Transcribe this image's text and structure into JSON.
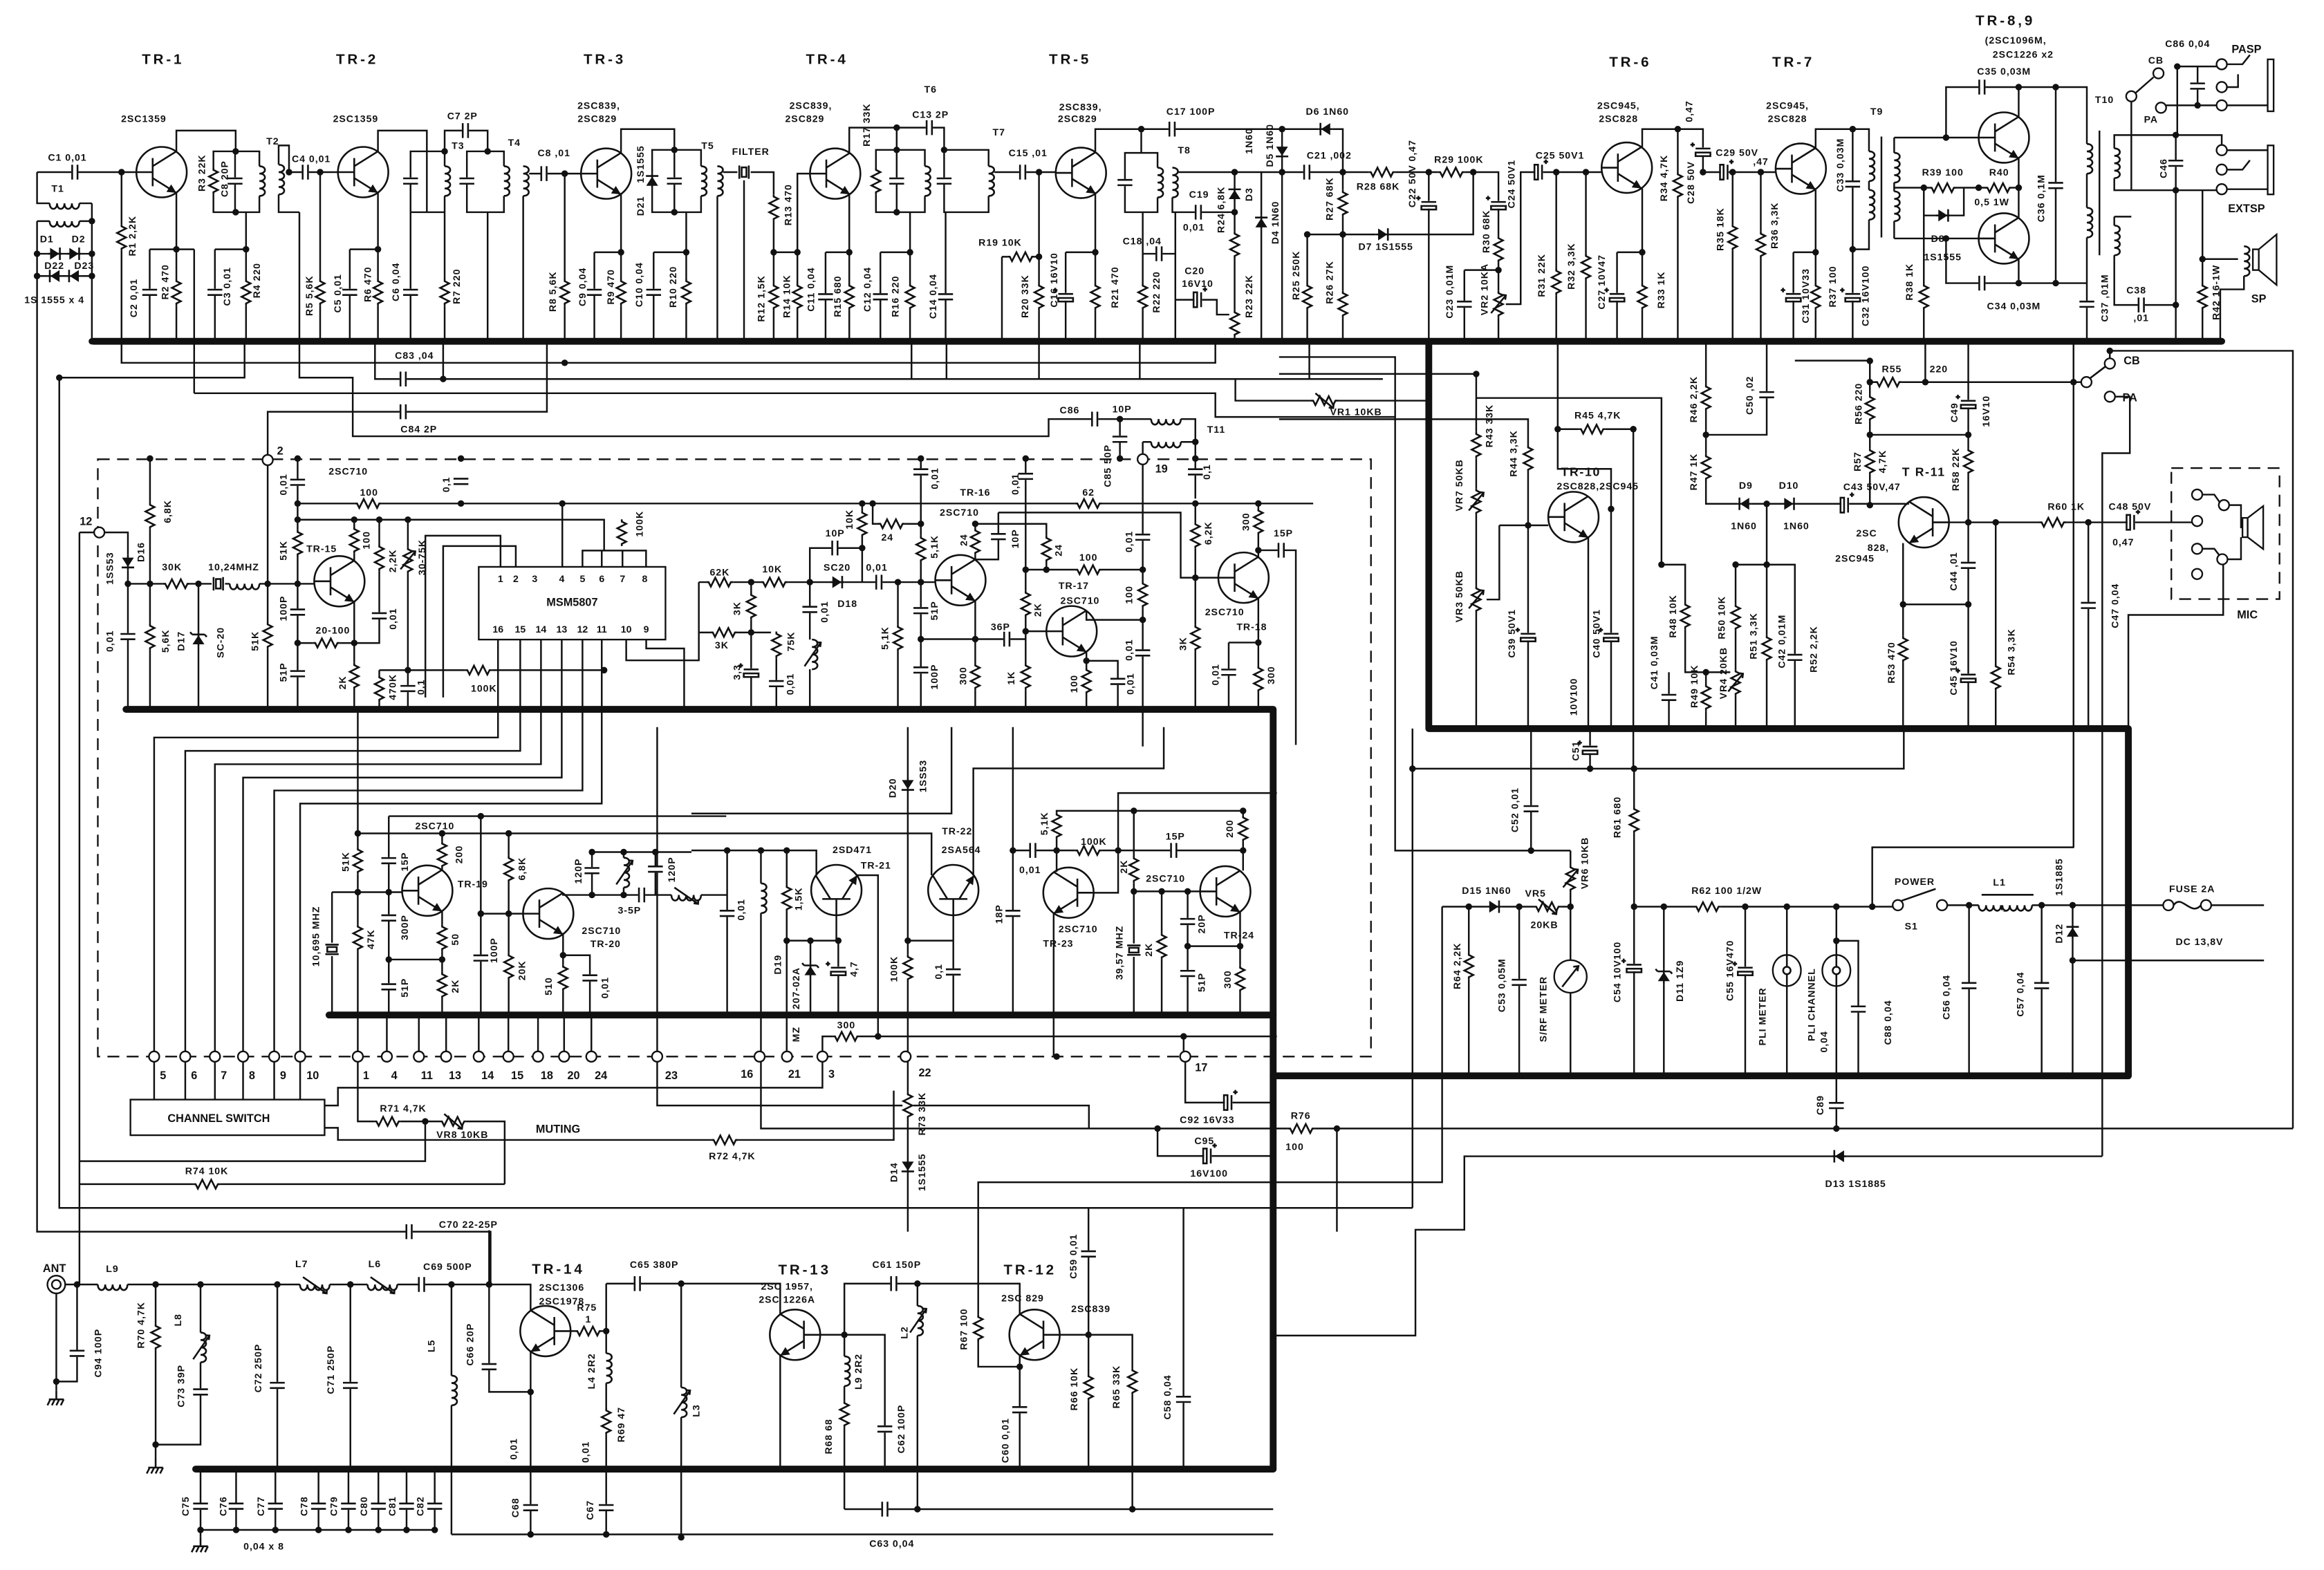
{
  "colors": {
    "ink": "#111111",
    "paper": "#ffffff"
  },
  "stages": {
    "tr1": {
      "ref": "TR-1",
      "type": "2SC1359"
    },
    "tr2": {
      "ref": "TR-2",
      "type": "2SC1359"
    },
    "tr3": {
      "ref": "TR-3",
      "type_a": "2SC839,",
      "type_b": "2SC829"
    },
    "tr4": {
      "ref": "TR-4",
      "type_a": "2SC839,",
      "type_b": "2SC829"
    },
    "tr5": {
      "ref": "TR-5",
      "type_a": "2SC839,",
      "type_b": "2SC829"
    },
    "tr6": {
      "ref": "TR-6",
      "type_a": "2SC945,",
      "type_b": "2SC828"
    },
    "tr7": {
      "ref": "TR-7",
      "type_a": "2SC945,",
      "type_b": "2SC828"
    },
    "tr89": {
      "ref": "TR-8,9",
      "type_a": "(2SC1096M,",
      "type_b": "2SC1226 x2"
    },
    "tr10": {
      "ref": "TR-10",
      "type": "2SC828,2SC945"
    },
    "tr11": {
      "ref": "T R-11",
      "type_a": "2SC",
      "type_b": "828,",
      "type_c": "2SC945"
    },
    "tr12": {
      "ref": "TR-12",
      "type_a": "2SC 829",
      "type_b": "2SC839"
    },
    "tr13": {
      "ref": "TR-13",
      "type_a": "2SC 1957,",
      "type_b": "2SC 1226A"
    },
    "tr14": {
      "ref": "TR-14",
      "type_a": "2SC1306",
      "type_b": "2SC1978"
    },
    "tr15": {
      "ref": "TR-15",
      "type": "2SC710"
    },
    "tr16": {
      "ref": "TR-16",
      "type": "2SC710"
    },
    "tr17": {
      "ref": "TR-17",
      "type": "2SC710"
    },
    "tr18": {
      "ref": "TR-18",
      "type": "2SC710"
    },
    "tr19": {
      "ref": "TR-19",
      "type": "2SC710"
    },
    "tr20": {
      "ref": "TR-20",
      "type": "2SC710"
    },
    "tr21": {
      "ref": "TR-21",
      "type": "2SD471"
    },
    "tr22": {
      "ref": "TR-22",
      "type": "2SA564"
    },
    "tr23": {
      "ref": "TR-23",
      "type": "2SC710"
    },
    "tr24": {
      "ref": "TR-24",
      "type": "2SC710"
    }
  },
  "if_audio": {
    "c1": "C1 0,01",
    "t1": "T1",
    "d1": "D1",
    "d2": "D2",
    "d22": "D22",
    "d23": "D23",
    "diode_pack": "1S 1555 x 4",
    "r1": "R1 2,2K",
    "c2": "C2 0,01",
    "r2": "R2 470",
    "r3": "R3 22K",
    "c_20p": "C8 20P",
    "t2": "T2",
    "c3": "C3 0,01",
    "r4": "R4 220",
    "c4": "C4 0,01",
    "r5": "R5 5,6K",
    "c5": "C5 0,01",
    "r6": "R6 470",
    "c6": "C6 0,04",
    "c7": "C7 2P",
    "t3": "T3",
    "t4": "T4",
    "r7": "R7 220",
    "c8": "C8 ,01",
    "r8": "R8 5,6K",
    "c9": "C9 0,04",
    "r9": "R9 470",
    "c10": "C10 0,04",
    "r10": "R10 220",
    "d21_type": "1S1555",
    "d21": "D21",
    "t5": "T5",
    "filter": "FILTER",
    "r13": "R13 470",
    "r12": "R12 1,5K",
    "r14": "R14 10K",
    "c11": "C11 0,04",
    "r15": "R15 680",
    "c12": "C12 0,04",
    "r16": "R16 220",
    "c14": "C14 0,04",
    "r17": "R17 33K",
    "c13": "C13 2P",
    "t6": "T6",
    "t7": "T7",
    "c15": "C15 ,01",
    "r19": "R19 10K",
    "r20": "R20 33K",
    "c16": "C16 16V10",
    "r21": "R21 470",
    "r22": "R22 220",
    "c17": "C17 100P",
    "t8": "T8",
    "c18": "C18 ,04",
    "c19": "C19",
    "c19_value": "0,01",
    "c20": "C20",
    "c20_value": "16V10",
    "r24": "R24 6,8K",
    "r23": "R23 22K",
    "d3_type": "1N60",
    "d3": "D3",
    "d5": "D5 1N60",
    "d4": "D4 1N60",
    "d6": "D6 1N60",
    "c21": "C21 ,002",
    "r27": "R27 68K",
    "r28": "R28 68K",
    "r25": "R25 250K",
    "r26": "R26 27K",
    "d7": "D7 1S1555",
    "c22": "C22 50V 0,47",
    "r29": "R29 100K",
    "c24": "C24 50V1",
    "r30": "R30 68K",
    "c23": "C23 0,01M",
    "vr2": "VR2 10KA",
    "c25": "C25 50V1",
    "r31": "R31 22K",
    "r32": "R32 3,3K",
    "c27": "C27 10V47",
    "r33": "R33 1K",
    "r34": "R34 4,7K",
    "c28_value": "0,47",
    "c28": "C28 50V",
    "c29": "C29 50V",
    "c29_value": ",47",
    "r35": "R35 18K",
    "r36": "R36 3,3K",
    "c31": "C31 10V33",
    "r37": "R37 100",
    "c33": "C33 0,03M",
    "c32": "C32 16V100",
    "t9": "T9",
    "r38": "R38 1K",
    "r39": "R39 100",
    "r40": "R40",
    "r40_value": "0,5 1W",
    "d8": "D8",
    "d8_type": "1S1555",
    "c36": "C36 0,1M",
    "c34": "C34 0,03M",
    "c35": "C35 0,03M",
    "t10": "T10",
    "c37": "C37 ,01M",
    "c38": "C38",
    "c38_value": ",01",
    "c46": "C46",
    "r42": "R42 16-1W",
    "c86": "C86 0,04"
  },
  "connectors": {
    "pasp": "PASP",
    "extsp": "EXTSP",
    "sp": "SP",
    "cb_top": "CB",
    "pa_top": "PA",
    "cb": "CB",
    "pa": "PA",
    "mic": "MIC",
    "ant": "ANT",
    "power": "POWER",
    "s1": "S1",
    "fuse": "FUSE 2A",
    "dc": "DC 13,8V"
  },
  "synthesizer": {
    "c83": "C83 ,04",
    "c84": "C84 2P",
    "term_2": "2",
    "term_12": "12",
    "term_19": "19",
    "r_6k8_a": "6,8K",
    "d16": "D16",
    "d16_type": "1SS53",
    "r_30k": "30K",
    "xtal_a": "10,24MHZ",
    "c_001_a": "0,01",
    "r_5k6": "5,6K",
    "d17": "D17",
    "d17_type": "SC-20",
    "r_51k_a": "51K",
    "r_51k_b": "51K",
    "c_100p_a": "100P",
    "c_51p_a": "51P",
    "c_001_b": "0,01",
    "c_01_a": "0,1",
    "r_100_a": "100",
    "r_100_b": "100",
    "r_2k2": "2,2K",
    "vr_30_75k": "30-75K",
    "c_001_c": "0,01",
    "r_20_100": "20-100",
    "r_2k_a": "2K",
    "r_470k": "470K",
    "c_01_b": "0,1",
    "r_100k_a": "100K",
    "r_100k_b": "100K",
    "r_62k": "62K",
    "r_10k_a": "10K",
    "sc20": "SC20",
    "c_001_d": "0,01",
    "c_001_e": "0,01",
    "d18": "D18",
    "c_10p_a": "10P",
    "r_10k_b": "10K",
    "r_24_a": "24",
    "r_3k_a": "3K",
    "r_3k_b": "3K",
    "r_75k": "75K",
    "c_3_3": "3,3",
    "c_001_f": "0,01",
    "c_001_g": "0,01",
    "r_5k1_a": "5,1K",
    "c_51p_b": "51P",
    "c_100p_b": "100P",
    "r_5k1_b": "5,1K",
    "r_24_b": "24",
    "c_10p_b": "10P",
    "r_300_a": "300",
    "c_36p": "36P",
    "c_001_h": "0,01",
    "r_62": "62",
    "r_24_c": "24",
    "r_100_c": "100",
    "r_2k_b": "2K",
    "r_1k": "1K",
    "r_100_d": "100",
    "c_001_i": "0,01",
    "c_001_j": "0,01",
    "r_100_e": "100",
    "c_001_k": "0,01",
    "c86": "C86",
    "c86_value": "10P",
    "c85": "C85 50P",
    "t11": "T11",
    "c_01_c": "0,1",
    "r_6k2": "6,2K",
    "r_300_b": "300",
    "c_15p": "15P",
    "r_3k_c": "3K",
    "c_001_l": "0,01",
    "r_300_c": "300",
    "vr1": "VR1 10KB"
  },
  "ic": {
    "name": "MSM5807",
    "pins_top": [
      "1",
      "2",
      "3",
      "4",
      "5",
      "6",
      "7",
      "8"
    ],
    "pins_bottom": [
      "16",
      "15",
      "14",
      "13",
      "12",
      "11",
      "10",
      "9"
    ]
  },
  "modulator": {
    "r43": "R43 33K",
    "r44": "R44 3,3K",
    "r45": "R45 4,7K",
    "vr7": "VR7 50KB",
    "vr3": "VR3 50KB",
    "c39": "C39 50V1",
    "c40": "C40 50V1",
    "c41": "C41 0,03M",
    "r48": "R48 10K",
    "r49": "R49 10K",
    "vr4": "VR4 20KB",
    "r50": "R50 10K",
    "r51": "R51 3,3K",
    "c42": "C42 0,01M",
    "r52": "R52 2,2K",
    "r46": "R46 2,2K",
    "c50": "C50 ,02",
    "r47": "R47 1K",
    "d9": "D9",
    "d10": "D10",
    "d9_type": "1N60",
    "d10_type": "1N60",
    "c43": "C43 50V,47",
    "r55": "R55",
    "r55_value": "220",
    "r56": "R56 220",
    "c49": "C49",
    "c49_value": "16V10",
    "r57": "R57",
    "r57_value": "4,7K",
    "r58": "R58 22K",
    "c44": "C44 ,01",
    "r60": "R60 1K",
    "c48": "C48 50V",
    "c48_value": "0,47",
    "c47": "C47 0,04",
    "r53": "R53 470",
    "c45": "C45 16V10",
    "r54": "R54 3,3K"
  },
  "power_meter": {
    "c51": "C51",
    "c51_value": "10V100",
    "c52": "C52 0,01",
    "r61": "R61 680",
    "vr6": "VR6 10KB",
    "d15": "D15 1N60",
    "vr5": "VR5",
    "vr5_value": "20KB",
    "r62": "R62 100 1/2W",
    "r64": "R64 2,2K",
    "c53": "C53 0,05M",
    "meter": "S/RF METER",
    "c54": "C54 10V100",
    "d11": "D11 1Z9",
    "c55": "C55 16V470",
    "pli_meter": "PLI METER",
    "pli_channel": "PLI CHANNEL",
    "c_004": "0,04",
    "c88": "C88 0,04",
    "c56": "C56 0,04",
    "c57": "C57 0,04",
    "l1": "L1",
    "d12_type": "1S1885",
    "d12": "D12",
    "c89": "C89",
    "d13": "D13 1S1885"
  },
  "vco_tx": {
    "r_51k_c": "51K",
    "c_15p_b": "15P",
    "r_200_a": "200",
    "r_6k8_b": "6,8K",
    "c_120p_a": "120P",
    "c_3_5p": "3-5P",
    "c_120p_b": "120P",
    "xtal_b": "10,695 MHZ",
    "r_47k": "47K",
    "c_300p": "300P",
    "r_50": "50",
    "c_100p_c": "100P",
    "r_20k": "20K",
    "c_51p_c": "51P",
    "r_2k_c": "2K",
    "r_510": "510",
    "c_001_m": "0,01",
    "c_001_n": "0,01",
    "r_1k5": "1,5K",
    "d19": "D19",
    "d19_type": "207-02A",
    "d19_suffix": "MZ",
    "c_4_7": "4,7",
    "r_100k_c": "100K",
    "c_01_d": "0,1",
    "d20": "D20",
    "d20_type": "1SS53",
    "c_18p": "18P",
    "c_001_o": "0,01",
    "r_5k1_c": "5,1K",
    "r_100k_d": "100K",
    "c_15p_c": "15P",
    "r_200_b": "200",
    "r_2k_d": "2K",
    "xtal_c": "39,57 MHZ",
    "r_2k_e": "2K",
    "c_20p": "20P",
    "c_51p_d": "51P",
    "r_300_d": "300",
    "r_300_e": "300",
    "channel_switch": "CHANNEL SWITCH",
    "r71": "R71 4,7K",
    "vr8": "VR8 10KB",
    "muting": "MUTING",
    "r72": "R72 4,7K",
    "r73": "R73 33K",
    "d14": "D14",
    "d14_type": "1S1555",
    "r74": "R74 10K",
    "r76": "R76",
    "r76_value": "100",
    "c92": "C92 16V33",
    "c95": "C95",
    "c95_value": "16V100"
  },
  "rf_output": {
    "c70": "C70 22-25P",
    "l9": "L9",
    "l7": "L7",
    "l6": "L6",
    "c69": "C69 500P",
    "c94": "C94 100P",
    "r70": "R70 4,7K",
    "l8": "L8",
    "c73": "C73 39P",
    "c72": "C72 250P",
    "c71": "C71 250P",
    "l5": "L5",
    "c66": "C66 20P",
    "c_001_p": "0,01",
    "c_001_q": "0,01",
    "r75": "R75",
    "r75_value": "1",
    "l4": "L4 2R2",
    "r69": "R69 47",
    "c65": "C65 380P",
    "l3": "L3",
    "c61": "C61 150P",
    "r68": "R68 68",
    "l9b": "L9 2R2",
    "c62": "C62 100P",
    "l2": "L2",
    "r67": "R67 100",
    "c60": "C60 0,01",
    "r66": "R66 10K",
    "r65": "R65 33K",
    "c58": "C58 0,04",
    "c59": "C59 0,01",
    "c63": "C63 0,04",
    "c68": "C68",
    "c67": "C67",
    "c75": "C75",
    "c76": "C76",
    "c77": "C77",
    "c78": "C78",
    "c79": "C79",
    "c80": "C80",
    "c81": "C81",
    "c82": "C82",
    "c75_82_value": "0,04 x 8"
  },
  "terminals": [
    "5",
    "6",
    "7",
    "8",
    "9",
    "10",
    "1",
    "4",
    "11",
    "13",
    "14",
    "15",
    "18",
    "20",
    "24",
    "23",
    "16",
    "21",
    "3",
    "22",
    "17"
  ]
}
